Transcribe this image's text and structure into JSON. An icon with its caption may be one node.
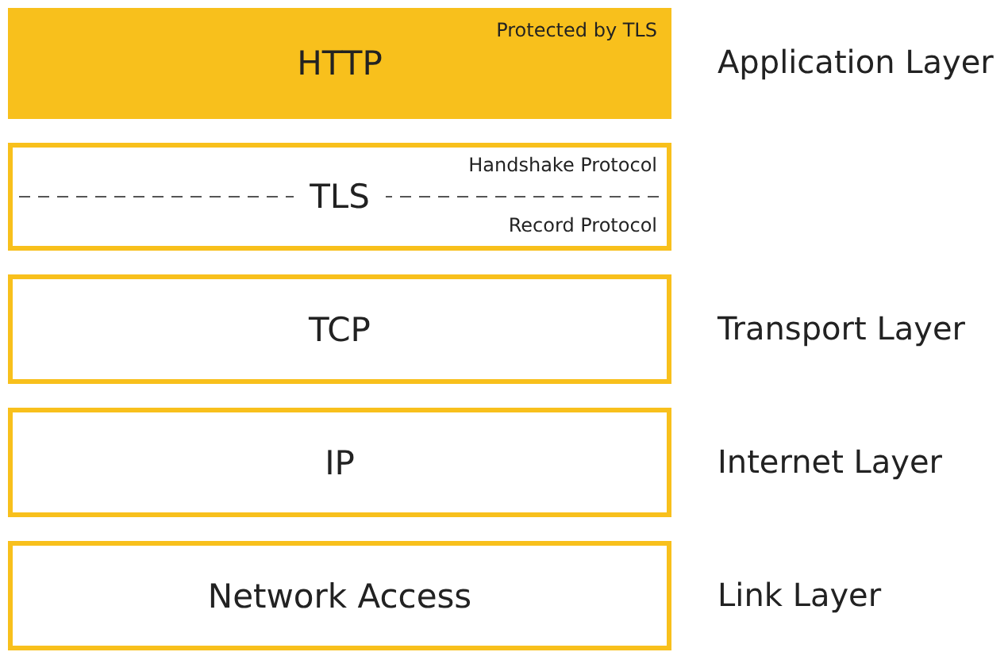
{
  "diagram": {
    "nodes": [
      {
        "text": [
          "HTTP",
          "Protected by TLS"
        ],
        "beside": [
          "Application Layer"
        ]
      },
      {
        "text": [
          "TLS",
          "Handshake Protocol",
          "Record Protocol"
        ]
      },
      {
        "text": [
          "TCP"
        ],
        "beside": [
          "Transport Layer"
        ]
      },
      {
        "text": [
          "IP"
        ],
        "beside": [
          "Internet Layer"
        ]
      },
      {
        "text": [
          "Network Access"
        ],
        "beside": [
          "Link Layer"
        ]
      }
    ]
  }
}
